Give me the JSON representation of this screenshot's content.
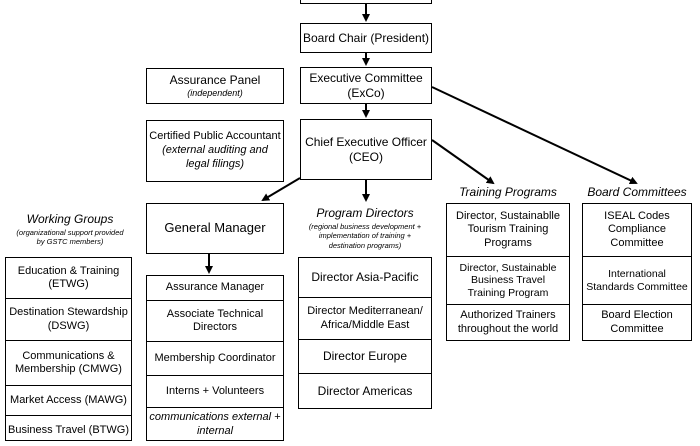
{
  "top": {
    "board_chair": "Board Chair (President)",
    "assurance_panel": "Assurance Panel",
    "assurance_panel_note": "(independent)",
    "exco_line1": "Executive Committee",
    "exco_line2": "(ExCo)",
    "cpa_line1": "Certified Public Accountant",
    "cpa_note_line1": "(external auditing and",
    "cpa_note_line2": "legal filings)",
    "ceo_line1": "Chief Executive Officer",
    "ceo_line2": "(CEO)"
  },
  "working_groups": {
    "header": "Working Groups",
    "sub_line1": "(organizational support provided",
    "sub_line2": "by GSTC members)",
    "items": [
      {
        "line1": "Education & Training",
        "line2": "(ETWG)"
      },
      {
        "line1": "Destination Stewardship",
        "line2": "(DSWG)"
      },
      {
        "line1": "Communications &",
        "line2": "Membership (CMWG)"
      },
      {
        "line1": "Market Access  (MAWG)",
        "line2": ""
      },
      {
        "line1": "Business Travel (BTWG)",
        "line2": ""
      }
    ]
  },
  "general_manager": {
    "title": "General Manager",
    "items": [
      {
        "line1": "Assurance Manager",
        "line2": ""
      },
      {
        "line1": "Associate Technical",
        "line2": "Directors"
      },
      {
        "line1": "Membership Coordinator",
        "line2": ""
      },
      {
        "line1": "Interns + Volunteers",
        "line2": ""
      },
      {
        "line1": "communications external +",
        "line2": "internal"
      }
    ]
  },
  "program_directors": {
    "header": "Program Directors",
    "sub_line1": "(regional business development +",
    "sub_line2": "implementation of training +",
    "sub_line3": "destination programs)",
    "items": [
      {
        "line1": "Director Asia-Pacific",
        "line2": ""
      },
      {
        "line1": "Director Mediterranean/",
        "line2": "Africa/Middle East"
      },
      {
        "line1": "Director Europe",
        "line2": ""
      },
      {
        "line1": "Director Americas",
        "line2": ""
      }
    ]
  },
  "training_programs": {
    "header": "Training Programs",
    "items": [
      {
        "line1": "Director, Sustainablle",
        "line2": "Tourism Training",
        "line3": "Programs"
      },
      {
        "line1": "Director, Sustainable",
        "line2": "Business Travel",
        "line3": "Training Program"
      },
      {
        "line1": "Authorized Trainers",
        "line2": "throughout the world",
        "line3": ""
      }
    ]
  },
  "board_committees": {
    "header": "Board Committees",
    "items": [
      {
        "line1": "ISEAL Codes",
        "line2": "Compliance",
        "line3": "Committee"
      },
      {
        "line1": "International",
        "line2": "Standards Committee",
        "line3": ""
      },
      {
        "line1": "Board Election",
        "line2": "Committee",
        "line3": ""
      }
    ]
  }
}
